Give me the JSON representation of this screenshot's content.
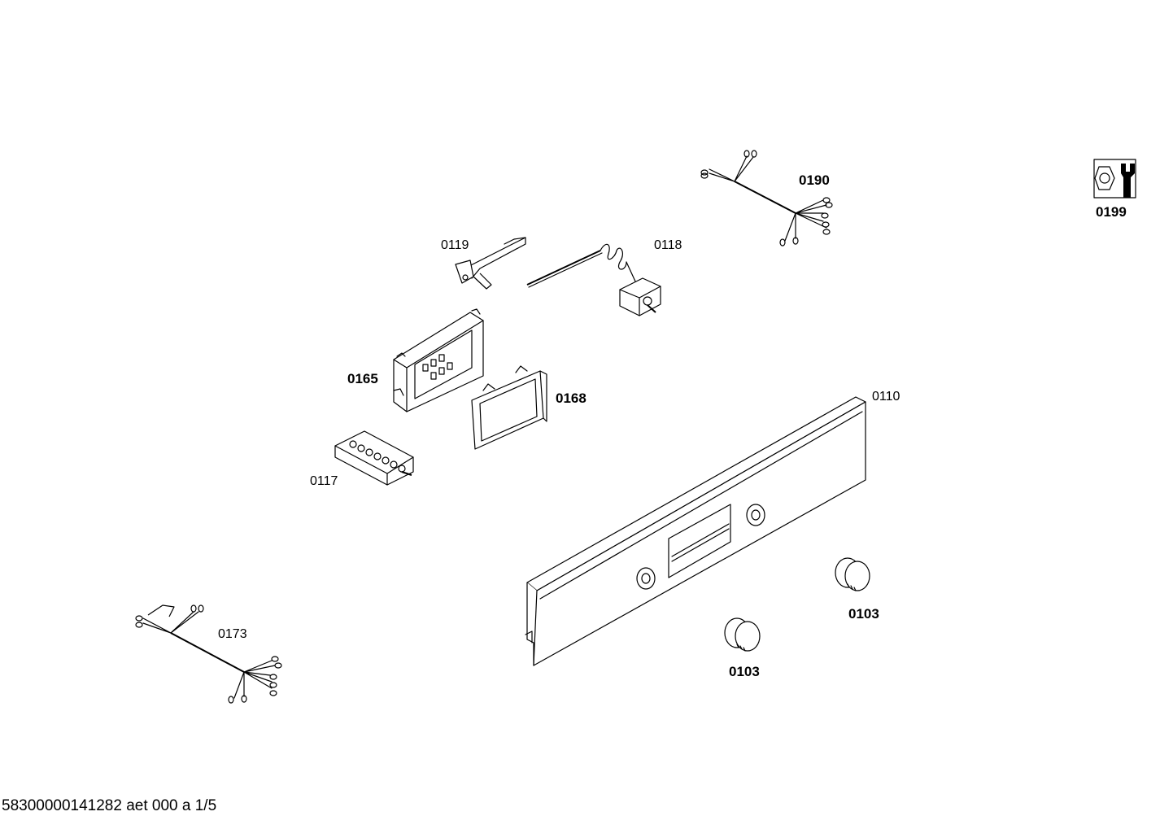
{
  "footer": {
    "doc_code": "58300000141282 aet 000 a 1/5"
  },
  "parts": [
    {
      "id": "p0199",
      "label": "0199"
    },
    {
      "id": "p0190",
      "label": "0190"
    },
    {
      "id": "p0119",
      "label": "0119"
    },
    {
      "id": "p0118",
      "label": "0118"
    },
    {
      "id": "p0165",
      "label": "0165"
    },
    {
      "id": "p0168",
      "label": "0168"
    },
    {
      "id": "p0110",
      "label": "0110"
    },
    {
      "id": "p0117",
      "label": "0117"
    },
    {
      "id": "p0103a",
      "label": "0103"
    },
    {
      "id": "p0103b",
      "label": "0103"
    },
    {
      "id": "p0173",
      "label": "0173"
    }
  ],
  "icons": {
    "service_kit": "wrench-nut-icon"
  }
}
